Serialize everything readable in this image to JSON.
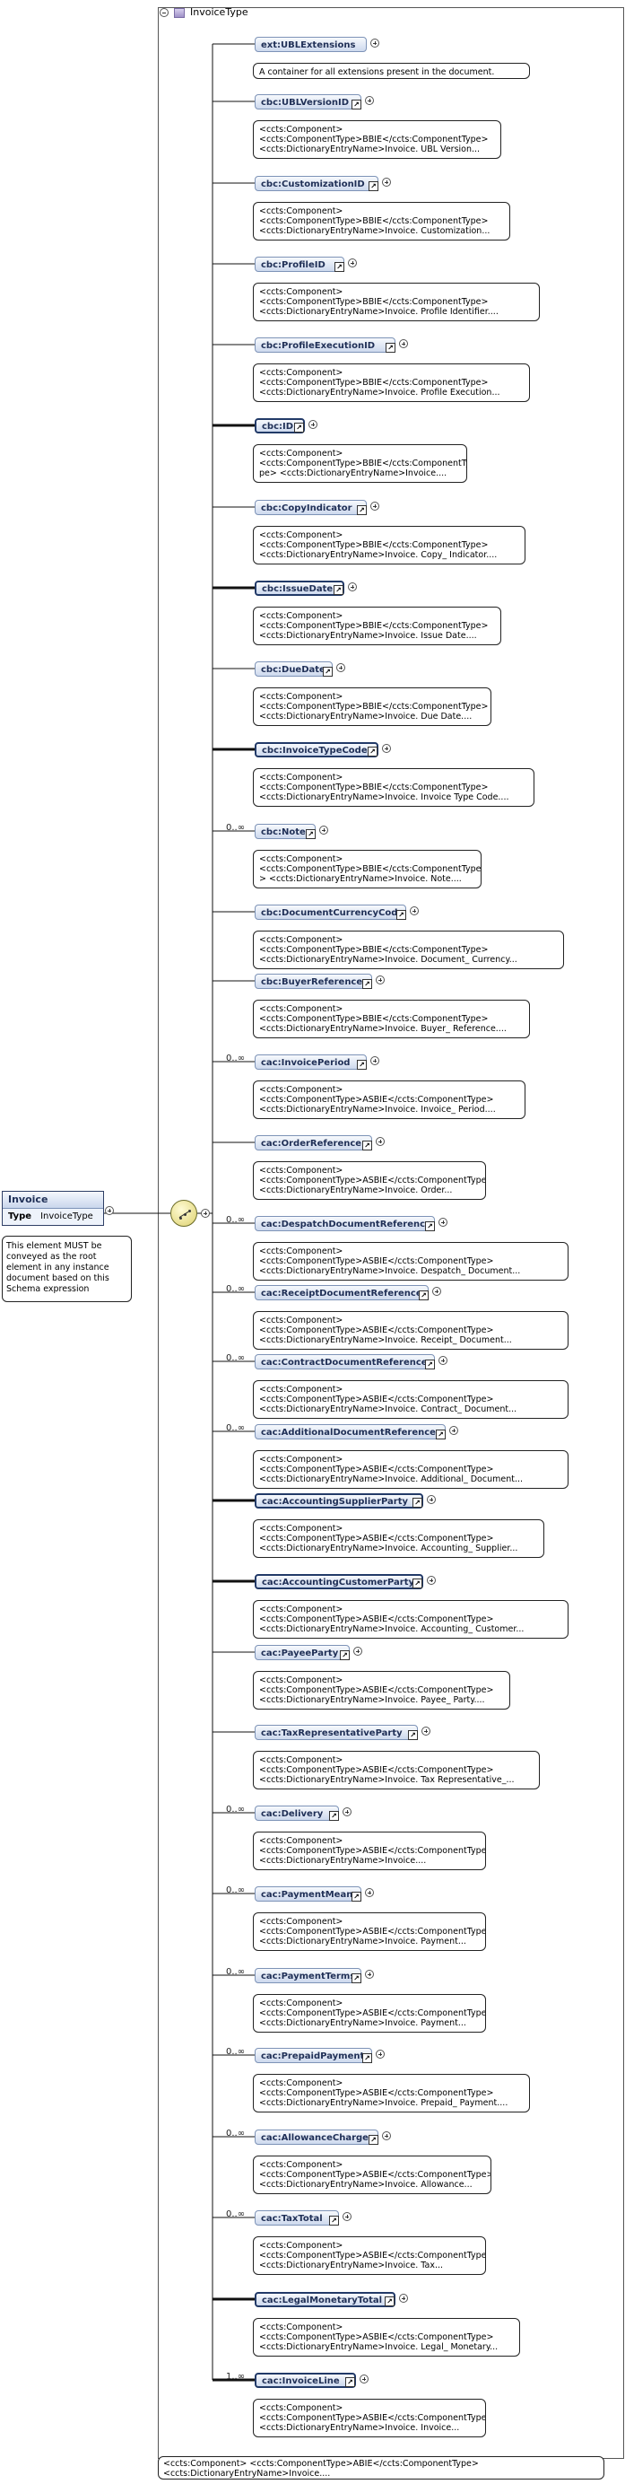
{
  "type_header": {
    "title": "InvoiceType"
  },
  "root": {
    "name": "Invoice",
    "type_key": "Type",
    "type_value": "InvoiceType",
    "description": "This element MUST be conveyed as the root element in any instance document based on this Schema expression"
  },
  "elements": [
    {
      "name": "ext:UBLExtensions",
      "description": "A container for all extensions present in the document.",
      "required": false,
      "link": false,
      "occurrence": ""
    },
    {
      "name": "cbc:UBLVersionID",
      "description": "<ccts:Component>\n<ccts:ComponentType>BBIE</ccts:ComponentType>\n<ccts:DictionaryEntryName>Invoice. UBL Version...",
      "required": false,
      "link": true,
      "occurrence": ""
    },
    {
      "name": "cbc:CustomizationID",
      "description": "<ccts:Component>\n<ccts:ComponentType>BBIE</ccts:ComponentType>\n<ccts:DictionaryEntryName>Invoice. Customization...",
      "required": false,
      "link": true,
      "occurrence": ""
    },
    {
      "name": "cbc:ProfileID",
      "description": "<ccts:Component>\n<ccts:ComponentType>BBIE</ccts:ComponentType>\n<ccts:DictionaryEntryName>Invoice. Profile Identifier....",
      "required": false,
      "link": true,
      "occurrence": ""
    },
    {
      "name": "cbc:ProfileExecutionID",
      "description": "<ccts:Component>\n<ccts:ComponentType>BBIE</ccts:ComponentType>\n<ccts:DictionaryEntryName>Invoice. Profile Execution...",
      "required": false,
      "link": true,
      "occurrence": ""
    },
    {
      "name": "cbc:ID",
      "description": "<ccts:Component>\n<ccts:ComponentType>BBIE</ccts:ComponentTy\npe> <ccts:DictionaryEntryName>Invoice....",
      "required": true,
      "link": true,
      "occurrence": ""
    },
    {
      "name": "cbc:CopyIndicator",
      "description": "<ccts:Component>\n<ccts:ComponentType>BBIE</ccts:ComponentType>\n<ccts:DictionaryEntryName>Invoice. Copy_ Indicator....",
      "required": false,
      "link": true,
      "occurrence": ""
    },
    {
      "name": "cbc:IssueDate",
      "description": "<ccts:Component>\n<ccts:ComponentType>BBIE</ccts:ComponentType>\n<ccts:DictionaryEntryName>Invoice. Issue Date....",
      "required": true,
      "link": true,
      "occurrence": ""
    },
    {
      "name": "cbc:DueDate",
      "description": "<ccts:Component>\n<ccts:ComponentType>BBIE</ccts:ComponentType>\n<ccts:DictionaryEntryName>Invoice. Due Date....",
      "required": false,
      "link": true,
      "occurrence": ""
    },
    {
      "name": "cbc:InvoiceTypeCode",
      "description": "<ccts:Component>\n<ccts:ComponentType>BBIE</ccts:ComponentType>\n<ccts:DictionaryEntryName>Invoice. Invoice Type Code....",
      "required": true,
      "link": true,
      "occurrence": ""
    },
    {
      "name": "cbc:Note",
      "description": "<ccts:Component>\n<ccts:ComponentType>BBIE</ccts:ComponentType\n> <ccts:DictionaryEntryName>Invoice. Note....",
      "required": false,
      "link": true,
      "occurrence": "0..∞"
    },
    {
      "name": "cbc:DocumentCurrencyCode",
      "description": "<ccts:Component> <ccts:ComponentType>BBIE</ccts:ComponentType>\n<ccts:DictionaryEntryName>Invoice. Document_ Currency...",
      "required": false,
      "link": true,
      "occurrence": ""
    },
    {
      "name": "cbc:BuyerReference",
      "description": "<ccts:Component>\n<ccts:ComponentType>BBIE</ccts:ComponentType>\n<ccts:DictionaryEntryName>Invoice. Buyer_ Reference....",
      "required": false,
      "link": true,
      "occurrence": ""
    },
    {
      "name": "cac:InvoicePeriod",
      "description": "<ccts:Component>\n<ccts:ComponentType>ASBIE</ccts:ComponentType>\n<ccts:DictionaryEntryName>Invoice. Invoice_ Period....",
      "required": false,
      "link": true,
      "occurrence": "0..∞"
    },
    {
      "name": "cac:OrderReference",
      "description": "<ccts:Component>\n<ccts:ComponentType>ASBIE</ccts:ComponentType>\n<ccts:DictionaryEntryName>Invoice. Order...",
      "required": false,
      "link": true,
      "occurrence": ""
    },
    {
      "name": "cac:DespatchDocumentReference",
      "description": "<ccts:Component> <ccts:ComponentType>ASBIE</ccts:ComponentType>\n<ccts:DictionaryEntryName>Invoice. Despatch_ Document...",
      "required": false,
      "link": true,
      "occurrence": "0..∞"
    },
    {
      "name": "cac:ReceiptDocumentReference",
      "description": "<ccts:Component> <ccts:ComponentType>ASBIE</ccts:ComponentType>\n<ccts:DictionaryEntryName>Invoice. Receipt_ Document...",
      "required": false,
      "link": true,
      "occurrence": "0..∞"
    },
    {
      "name": "cac:ContractDocumentReference",
      "description": "<ccts:Component> <ccts:ComponentType>ASBIE</ccts:ComponentType>\n<ccts:DictionaryEntryName>Invoice. Contract_ Document...",
      "required": false,
      "link": true,
      "occurrence": "0..∞"
    },
    {
      "name": "cac:AdditionalDocumentReference",
      "description": "<ccts:Component> <ccts:ComponentType>ASBIE</ccts:ComponentType>\n<ccts:DictionaryEntryName>Invoice. Additional_ Document...",
      "required": false,
      "link": true,
      "occurrence": "0..∞"
    },
    {
      "name": "cac:AccountingSupplierParty",
      "description": "<ccts:Component>\n<ccts:ComponentType>ASBIE</ccts:ComponentType>\n<ccts:DictionaryEntryName>Invoice. Accounting_ Supplier...",
      "required": true,
      "link": true,
      "occurrence": ""
    },
    {
      "name": "cac:AccountingCustomerParty",
      "description": "<ccts:Component> <ccts:ComponentType>ASBIE</ccts:ComponentType>\n<ccts:DictionaryEntryName>Invoice. Accounting_ Customer...",
      "required": true,
      "link": true,
      "occurrence": ""
    },
    {
      "name": "cac:PayeeParty",
      "description": "<ccts:Component>\n<ccts:ComponentType>ASBIE</ccts:ComponentType>\n<ccts:DictionaryEntryName>Invoice. Payee_ Party....",
      "required": false,
      "link": true,
      "occurrence": ""
    },
    {
      "name": "cac:TaxRepresentativeParty",
      "description": "<ccts:Component>\n<ccts:ComponentType>ASBIE</ccts:ComponentType>\n<ccts:DictionaryEntryName>Invoice. Tax Representative_...",
      "required": false,
      "link": true,
      "occurrence": ""
    },
    {
      "name": "cac:Delivery",
      "description": "<ccts:Component>\n<ccts:ComponentType>ASBIE</ccts:ComponentType>\n<ccts:DictionaryEntryName>Invoice....",
      "required": false,
      "link": true,
      "occurrence": "0..∞"
    },
    {
      "name": "cac:PaymentMeans",
      "description": "<ccts:Component>\n<ccts:ComponentType>ASBIE</ccts:ComponentType>\n<ccts:DictionaryEntryName>Invoice. Payment...",
      "required": false,
      "link": true,
      "occurrence": "0..∞"
    },
    {
      "name": "cac:PaymentTerms",
      "description": "<ccts:Component>\n<ccts:ComponentType>ASBIE</ccts:ComponentType>\n<ccts:DictionaryEntryName>Invoice. Payment...",
      "required": false,
      "link": true,
      "occurrence": "0..∞"
    },
    {
      "name": "cac:PrepaidPayment",
      "description": "<ccts:Component>\n<ccts:ComponentType>ASBIE</ccts:ComponentType>\n<ccts:DictionaryEntryName>Invoice. Prepaid_ Payment....",
      "required": false,
      "link": true,
      "occurrence": "0..∞"
    },
    {
      "name": "cac:AllowanceCharge",
      "description": "<ccts:Component>\n<ccts:ComponentType>ASBIE</ccts:ComponentType>\n<ccts:DictionaryEntryName>Invoice. Allowance...",
      "required": false,
      "link": true,
      "occurrence": "0..∞"
    },
    {
      "name": "cac:TaxTotal",
      "description": "<ccts:Component>\n<ccts:ComponentType>ASBIE</ccts:ComponentType>\n<ccts:DictionaryEntryName>Invoice. Tax...",
      "required": false,
      "link": true,
      "occurrence": "0..∞"
    },
    {
      "name": "cac:LegalMonetaryTotal",
      "description": "<ccts:Component>\n<ccts:ComponentType>ASBIE</ccts:ComponentType>\n<ccts:DictionaryEntryName>Invoice. Legal_ Monetary...",
      "required": true,
      "link": true,
      "occurrence": ""
    },
    {
      "name": "cac:InvoiceLine",
      "description": "<ccts:Component>\n<ccts:ComponentType>ASBIE</ccts:ComponentType>\n<ccts:DictionaryEntryName>Invoice. Invoice...",
      "required": true,
      "link": true,
      "occurrence": "1..∞"
    }
  ],
  "footer_doc": "<ccts:Component> <ccts:ComponentType>ABIE</ccts:ComponentType>\n<ccts:DictionaryEntryName>Invoice...."
}
